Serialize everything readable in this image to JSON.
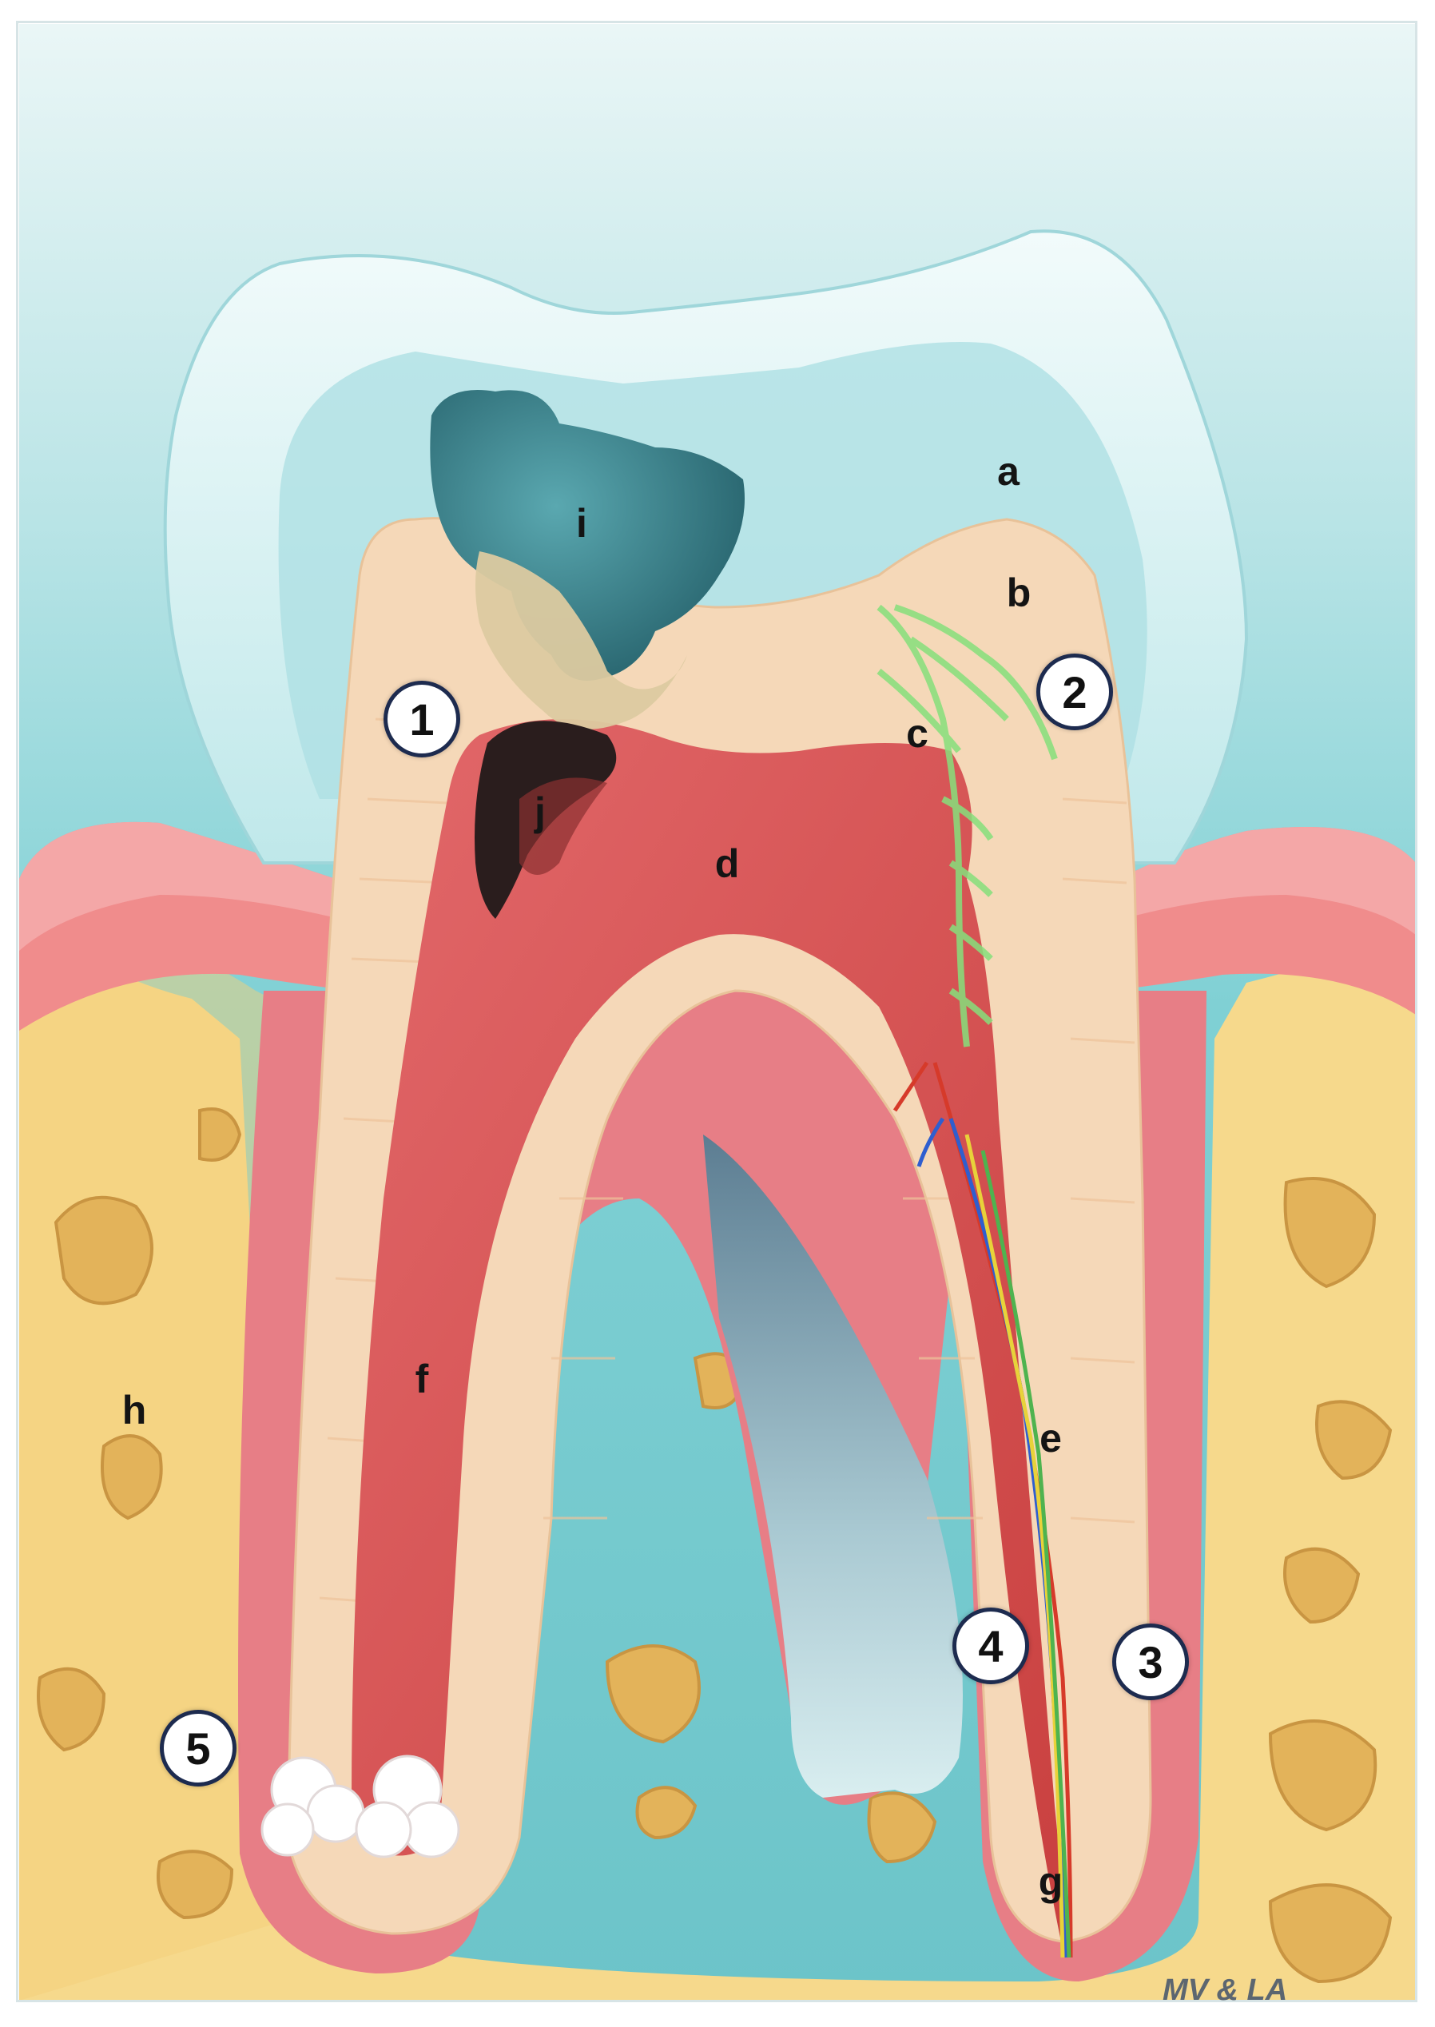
{
  "colors": {
    "background_top": "#cfeaec",
    "background_bottom": "#6fc9cf",
    "enamel": "#e8f6f6",
    "dentin": "#f5d8b8",
    "pulp": "#d9534f",
    "gum": "#f08c8c",
    "bone": "#f6d98c",
    "caries": "#3b8a93",
    "badge_border": "#1d2b4f"
  },
  "labels": {
    "a": "a",
    "b": "b",
    "c": "c",
    "d": "d",
    "e": "e",
    "f": "f",
    "g": "g",
    "h": "h",
    "i": "i",
    "j": "j"
  },
  "markers": {
    "m1": "1",
    "m2": "2",
    "m3": "3",
    "m4": "4",
    "m5": "5"
  },
  "credit": "MV & LA"
}
